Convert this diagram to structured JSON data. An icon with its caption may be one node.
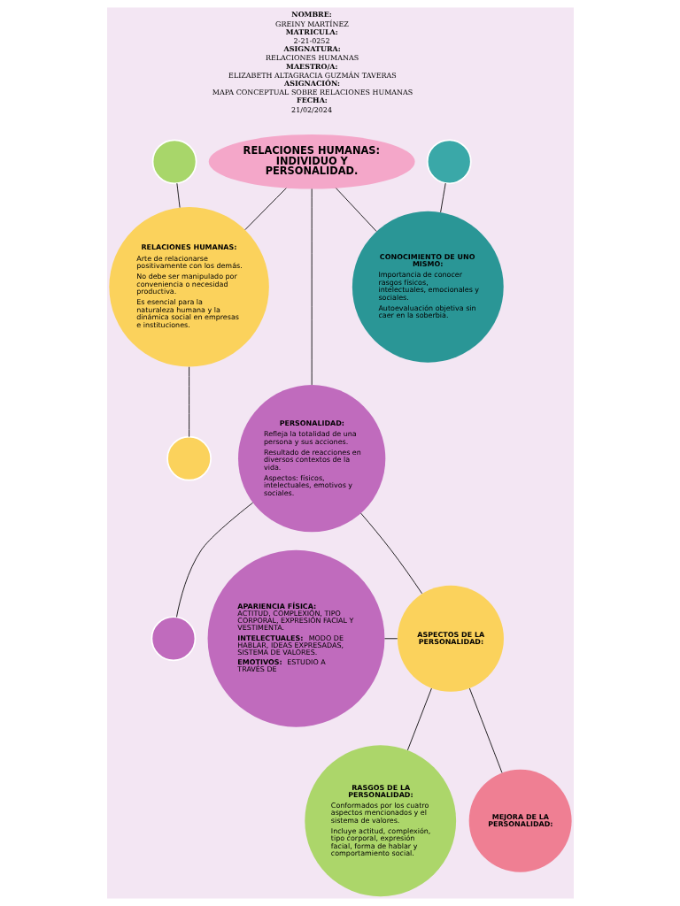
{
  "diagram": {
    "nodes": [
      {
        "text": [
          "RELACIONES HUMANAS: INDIVIDUO Y PERSONALIDAD."
        ]
      },
      {
        "text": [],
        "shape": "circle"
      },
      {
        "text": [
          "RELACIONES HUMANAS:",
          "Arte de relacionarse positivamente con los demás.",
          "No debe ser manipulado por conveniencia o necesidad productiva.",
          "Es esencial para la naturaleza humana y la dinámica social en empresas e instituciones."
        ]
      },
      {
        "text": [],
        "shape": "circle"
      },
      {
        "text": [],
        "shape": "circle"
      },
      {
        "text": [
          "CONOCIMIENTO DE UNO MISMO:",
          "Importancia de conocer rasgos físicos, intelectuales, emocionales y sociales.",
          "Autoevaluación objetiva sin caer en la soberbia."
        ]
      },
      {
        "text": [
          "PERSONALIDAD:",
          "Refleja la totalidad de una persona y sus acciones.",
          "Resultado de reacciones en diversos contextos de la vida.",
          "Aspectos: físicos, intelectuales, emotivos y sociales."
        ]
      },
      {
        "text": [],
        "shape": "circle"
      },
      {
        "text": [
          "ASPECTOS DE LA PERSONALIDAD:"
        ]
      },
      {
        "text": [
          "RASGOS DE LA PERSONALIDAD:",
          "Conformados por los cuatro aspectos mencionados y el sistema de valores.",
          "Incluye actitud, complexión, tipo corporal, expresión facial, forma de hablar y comportamiento social."
        ]
      },
      {
        "text": [
          "**APARIENCIA FÍSICA**: ACTITUD, COMPLEXIÓN, TIPO CORPORAL, EXPRESIÓN FACIAL Y VESTIMENTA.",
          "**INTELECTUALES**: MODO DE HABLAR, IDEAS EXPRESADAS, SISTEMA DE VALORES.",
          "**EMOTIVOS:** ESTUDIO A TRAVÉS DE"
        ]
      },
      {
        "text": [
          "MEJORA DE LA PERSONALIDAD:"
        ]
      }
    ],
    "edges": [
      {
        "from": 1,
        "to": 2,
        "arrow": "none"
      },
      {
        "from": 0,
        "to": 2,
        "arrow": "none"
      },
      {
        "from": 0,
        "to": 6,
        "arrow": "none"
      },
      {
        "from": 0,
        "to": 5,
        "arrow": "none"
      },
      {
        "from": 4,
        "to": 5,
        "arrow": "none"
      },
      {
        "from": 2,
        "to": 3,
        "arrow": "none"
      },
      {
        "from": 7,
        "to": 6,
        "arrow": "none"
      },
      {
        "from": 6,
        "to": 8,
        "arrow": "none"
      },
      {
        "from": 8,
        "to": 9,
        "arrow": "none"
      },
      {
        "from": 10,
        "to": 8,
        "arrow": "none"
      },
      {
        "from": 8,
        "to": 11,
        "arrow": "none"
      }
    ],
    "labels": [
      "NOMBRE:",
      "GREINY MARTÍNEZ",
      "MATRICULA:",
      "2-21-0252",
      "ASIGNATURA:",
      "RELACIONES HUMANAS",
      "MAESTRO/A:",
      "ELIZABETH ALTAGRACIA GUZMÁN TAVERAS",
      "ASIGNACIÓN:",
      "MAPA CONCEPTUAL SOBRE RELACIONES HUMANAS",
      "FECHA:",
      "21/02/2024"
    ]
  }
}
